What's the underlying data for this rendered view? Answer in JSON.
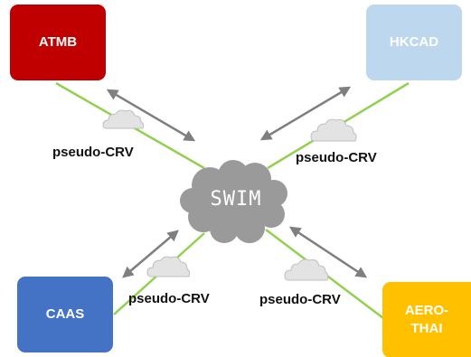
{
  "diagram": {
    "center": {
      "label": "SWIM",
      "color": "#9a9a9a"
    },
    "nodes": [
      {
        "id": "atmb",
        "label": "ATMB",
        "color": "#c00000",
        "position": "top-left"
      },
      {
        "id": "hkcad",
        "label": "HKCAD",
        "color": "#bdd7ee",
        "position": "top-right"
      },
      {
        "id": "caas",
        "label": "CAAS",
        "color": "#4472c4",
        "position": "bottom-left"
      },
      {
        "id": "aero",
        "label": "AERO-\nTHAI",
        "color": "#ffc000",
        "position": "bottom-right"
      }
    ],
    "link_label": "pseudo-CRV",
    "link_color": "#92d050",
    "arrow_color": "#7f7f7f",
    "small_cloud_color": "#d9d9d9"
  }
}
